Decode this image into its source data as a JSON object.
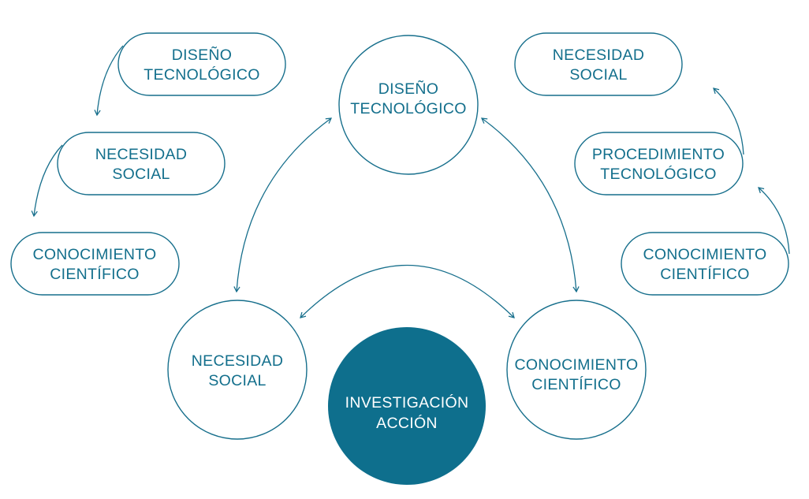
{
  "colors": {
    "accent": "#176f8c",
    "center_fill": "#0e6f8d",
    "background": "#ffffff"
  },
  "left_sequence": [
    {
      "line1": "DISEÑO",
      "line2": "TECNOLÓGICO"
    },
    {
      "line1": "NECESIDAD",
      "line2": "SOCIAL"
    },
    {
      "line1": "CONOCIMIENTO",
      "line2": "CIENTÍFICO"
    }
  ],
  "right_sequence": [
    {
      "line1": "NECESIDAD",
      "line2": "SOCIAL"
    },
    {
      "line1": "PROCEDIMIENTO",
      "line2": "TECNOLÓGICO"
    },
    {
      "line1": "CONOCIMIENTO",
      "line2": "CIENTÍFICO"
    }
  ],
  "cycle": {
    "top": {
      "line1": "DISEÑO",
      "line2": "TECNOLÓGICO"
    },
    "left": {
      "line1": "NECESIDAD",
      "line2": "SOCIAL"
    },
    "right": {
      "line1": "CONOCIMIENTO",
      "line2": "CIENTÍFICO"
    },
    "center": {
      "line1": "INVESTIGACIÓN",
      "line2": "ACCIÓN"
    }
  }
}
